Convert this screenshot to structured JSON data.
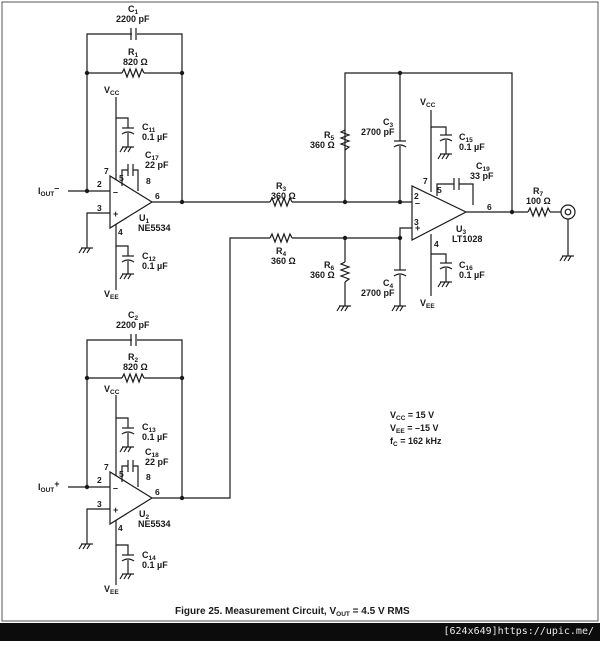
{
  "figure": {
    "caption_prefix": "Figure 25. Measurement Circuit, V",
    "caption_sub": "OUT",
    "caption_suffix": " = 4.5 V RMS"
  },
  "components": {
    "c1": {
      "ref": "C",
      "n": "1",
      "value": "2200 pF"
    },
    "r1": {
      "ref": "R",
      "n": "1",
      "value": "820 Ω"
    },
    "c11": {
      "ref": "C",
      "n": "11",
      "value": "0.1 µF"
    },
    "c17": {
      "ref": "C",
      "n": "17",
      "value": "22 pF"
    },
    "u1": {
      "ref": "U",
      "n": "1",
      "part": "NE5534"
    },
    "c12": {
      "ref": "C",
      "n": "12",
      "value": "0.1 µF"
    },
    "c2": {
      "ref": "C",
      "n": "2",
      "value": "2200 pF"
    },
    "r2": {
      "ref": "R",
      "n": "2",
      "value": "820 Ω"
    },
    "c13": {
      "ref": "C",
      "n": "13",
      "value": "0.1 µF"
    },
    "c18": {
      "ref": "C",
      "n": "18",
      "value": "22 pF"
    },
    "u2": {
      "ref": "U",
      "n": "2",
      "part": "NE5534"
    },
    "c14": {
      "ref": "C",
      "n": "14",
      "value": "0.1 µF"
    },
    "r3": {
      "ref": "R",
      "n": "3",
      "value": "360 Ω"
    },
    "r4": {
      "ref": "R",
      "n": "4",
      "value": "360 Ω"
    },
    "r5": {
      "ref": "R",
      "n": "5",
      "value": "360 Ω"
    },
    "r6": {
      "ref": "R",
      "n": "6",
      "value": "360 Ω"
    },
    "c3": {
      "ref": "C",
      "n": "3",
      "value": "2700 pF"
    },
    "c4": {
      "ref": "C",
      "n": "4",
      "value": "2700 pF"
    },
    "c15": {
      "ref": "C",
      "n": "15",
      "value": "0.1 µF"
    },
    "c16": {
      "ref": "C",
      "n": "16",
      "value": "0.1 µF"
    },
    "c19": {
      "ref": "C",
      "n": "19",
      "value": "33 pF"
    },
    "u3": {
      "ref": "U",
      "n": "3",
      "part": "LT1028"
    },
    "r7": {
      "ref": "R",
      "n": "7",
      "value": "100 Ω"
    }
  },
  "nets": {
    "iout_minus": {
      "main": "I",
      "sub": "OUT",
      "sup": "–"
    },
    "iout_plus": {
      "main": "I",
      "sub": "OUT",
      "sup": "+"
    },
    "vcc": {
      "main": "V",
      "sub": "CC"
    },
    "vee": {
      "main": "V",
      "sub": "EE"
    }
  },
  "pins": {
    "p2": "2",
    "p3": "3",
    "p4": "4",
    "p5": "5",
    "p6": "6",
    "p7": "7",
    "p8": "8"
  },
  "conditions": {
    "vcc": {
      "main": "V",
      "sub": "CC",
      "value": " = 15 V"
    },
    "vee": {
      "main": "V",
      "sub": "EE",
      "value": " = –15 V"
    },
    "fc": {
      "main": "f",
      "sub": "C",
      "value": " = 162 kHz"
    }
  },
  "watermark": "[624x649]https://upic.me/"
}
